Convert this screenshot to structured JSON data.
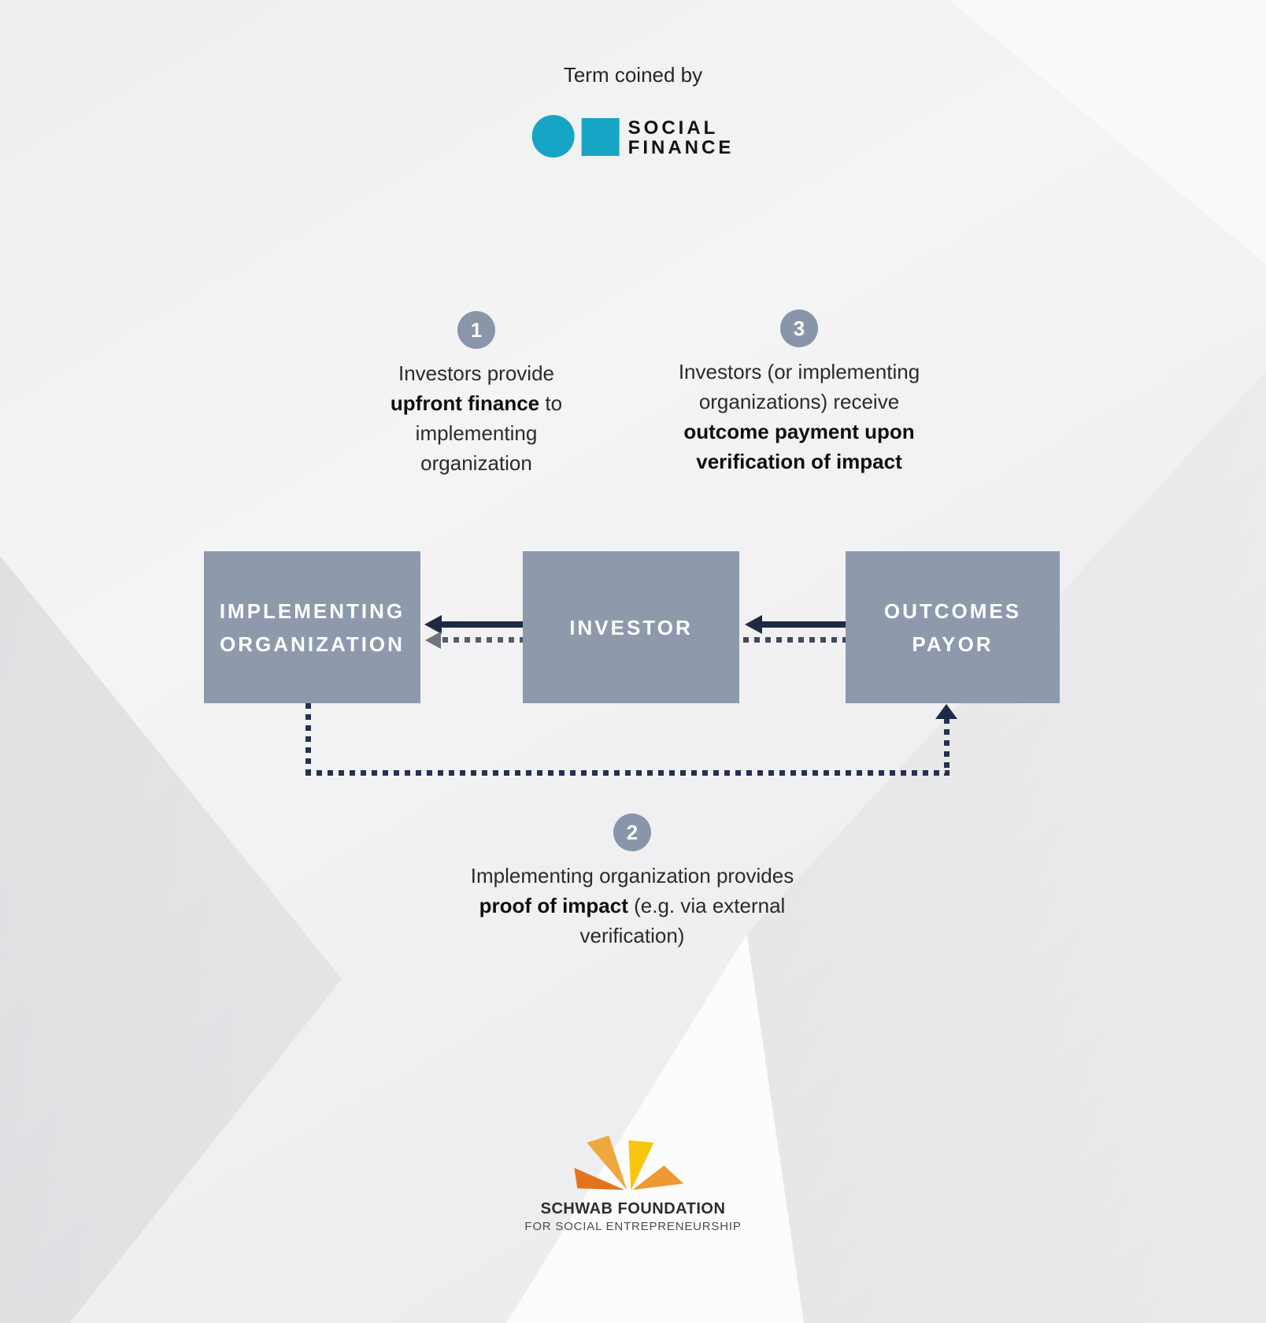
{
  "header": {
    "term_coined_by": "Term coined by",
    "social_finance_logo": {
      "word1": "SOCIAL",
      "word2": "FINANCE"
    }
  },
  "steps": {
    "step1": {
      "number": "1",
      "lines": [
        {
          "pre": "Investors provide"
        },
        {
          "bold": "upfront finance",
          "post": " to"
        },
        {
          "pre": "implementing"
        },
        {
          "pre": "organization"
        }
      ]
    },
    "step2": {
      "number": "2",
      "lines": [
        {
          "pre": "Implementing organization provides"
        },
        {
          "bold": "proof of impact",
          "post": " (e.g. via external"
        },
        {
          "pre": "verification)"
        }
      ]
    },
    "step3": {
      "number": "3",
      "lines": [
        {
          "pre": "Investors (or implementing"
        },
        {
          "pre": "organizations) receive"
        },
        {
          "bold": "outcome payment upon"
        },
        {
          "bold": "verification of impact"
        }
      ]
    }
  },
  "diagram": {
    "boxes": {
      "implementing_organization": {
        "line1": "IMPLEMENTING",
        "line2": "ORGANIZATION"
      },
      "investor": {
        "line1": "INVESTOR"
      },
      "outcomes_payor": {
        "line1": "OUTCOMES",
        "line2": "PAYOR"
      }
    },
    "arrows": {
      "investor_to_implementing": "solid navy left arrow + dotted gray left arrow",
      "payor_to_investor": "solid navy left arrow + dotted dark line",
      "implementing_to_payor_feedback": "dotted navy path down-across-up with up arrowhead"
    }
  },
  "footer": {
    "schwab_logo": {
      "name": "SCHWAB FOUNDATION",
      "tagline": "FOR SOCIAL ENTREPRENEURSHIP"
    }
  },
  "colors": {
    "teal": "#17a5c5",
    "box_fill": "#8e99ac",
    "step_circle_fill": "#8995a8",
    "arrow_navy": "#1e2a45",
    "dotted_gray": "#575d68",
    "dotted_dark": "#414a5e",
    "dotted_navy": "#25314e",
    "gray_arrowhead": "#6f747d",
    "wedge1": "#e4731e",
    "wedge2": "#eea83e",
    "wedge3": "#f8c60f",
    "wedge4": "#ec9a31"
  }
}
